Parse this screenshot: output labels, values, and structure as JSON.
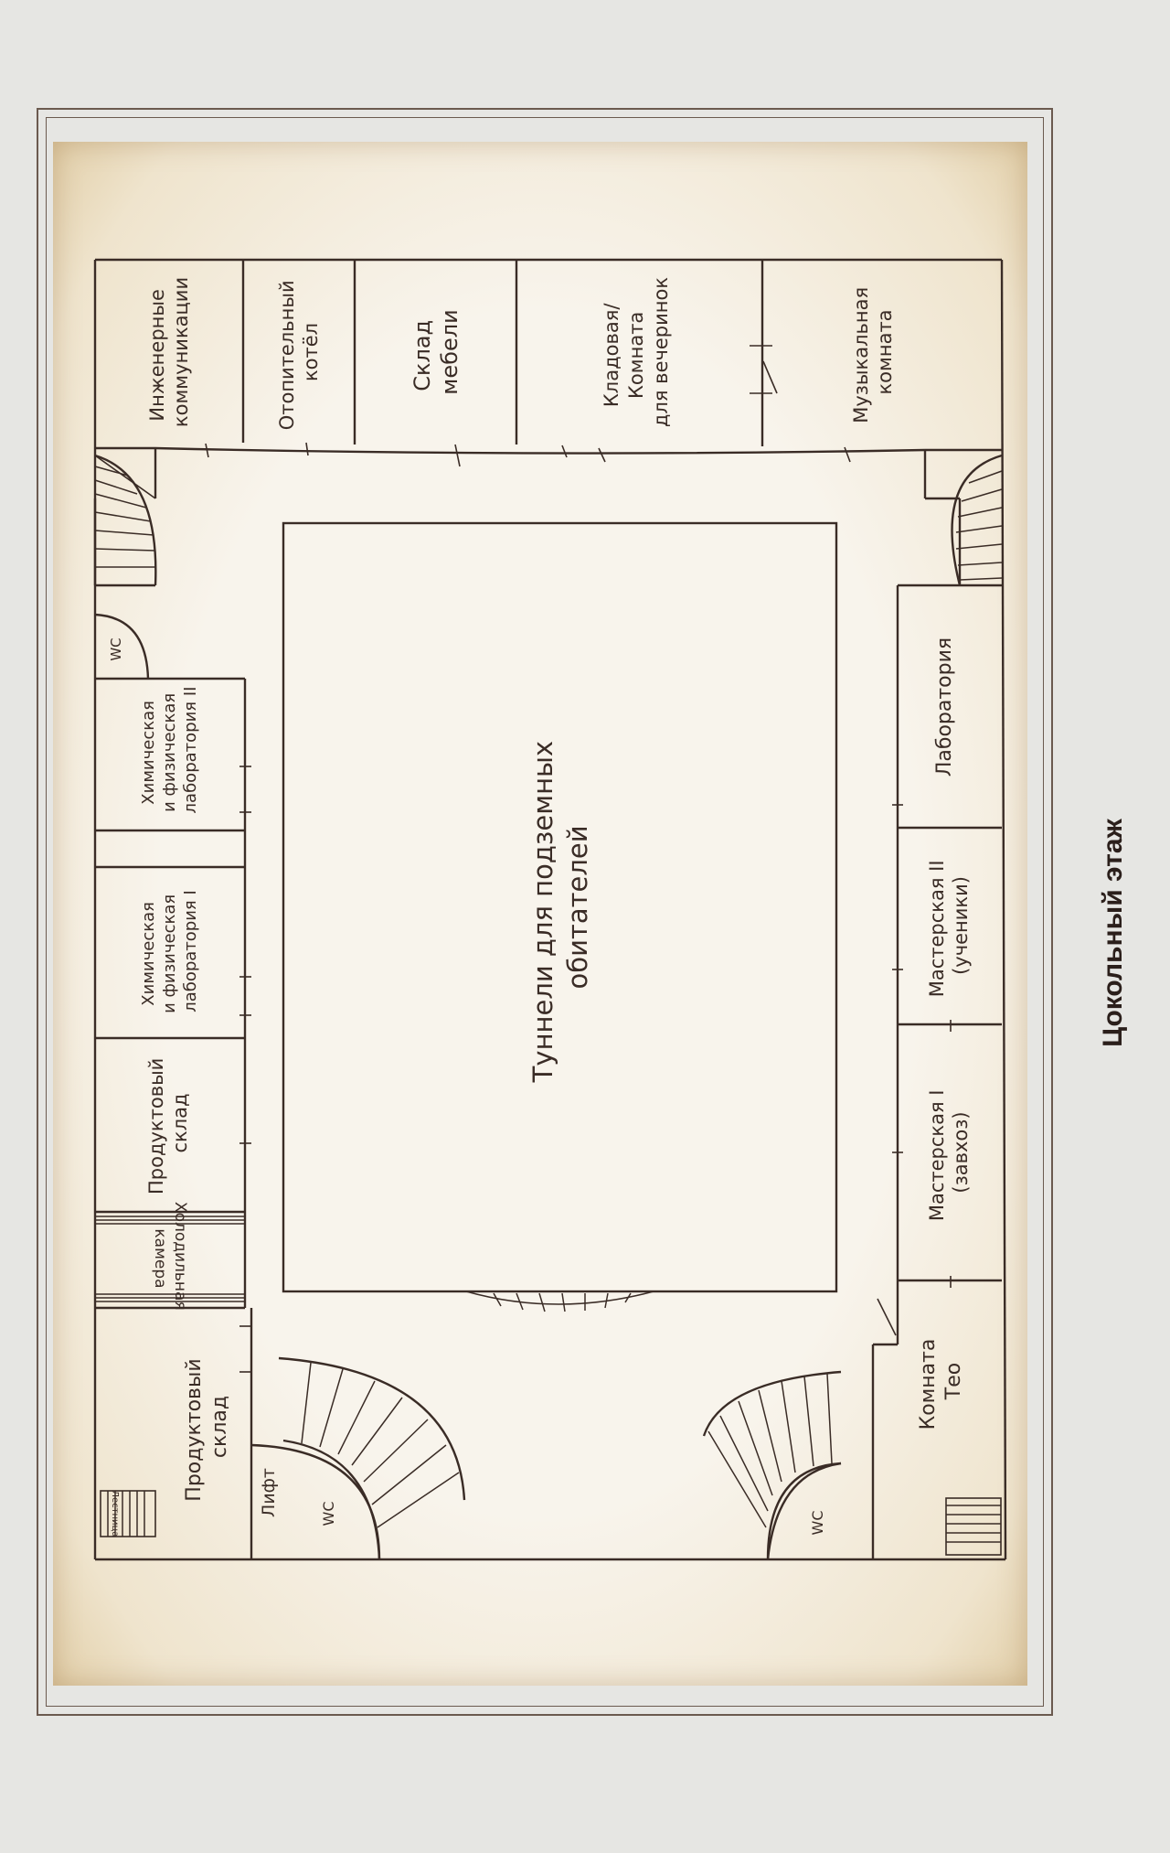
{
  "caption": "Цокольный этаж",
  "rooms": {
    "engineering": [
      "Инженерные",
      "коммуникации"
    ],
    "boiler": [
      "Отопительный",
      "котёл"
    ],
    "furniture": [
      "Склад",
      "мебели"
    ],
    "pantry": [
      "Кладовая/",
      "Комната",
      "для вечеринок"
    ],
    "music": [
      "Музыкальная",
      "комната"
    ],
    "lab": [
      "Лаборатория"
    ],
    "workshop2": [
      "Мастерская II",
      "(ученики)"
    ],
    "workshop1": [
      "Мастерская I",
      "(завхоз)"
    ],
    "theo": [
      "Комната",
      "Тео"
    ],
    "chem2": [
      "Химическая",
      "и физическая",
      "лаборатория II"
    ],
    "chem1": [
      "Химическая",
      "и физическая",
      "лаборатория I"
    ],
    "food_upper": [
      "Продуктовый",
      "склад"
    ],
    "cold": [
      "Холодильная",
      "камера"
    ],
    "food_lower": [
      "Продуктовый",
      "склад"
    ],
    "stairs_label": "Лестница",
    "lift": "Лифт",
    "wc": "WC",
    "tunnels": [
      "Туннели для подземных",
      "обитателей"
    ]
  },
  "colors": {
    "ink": "#3a2c26",
    "paper": "#f8f4ec",
    "edge": "#e2cfa9"
  }
}
